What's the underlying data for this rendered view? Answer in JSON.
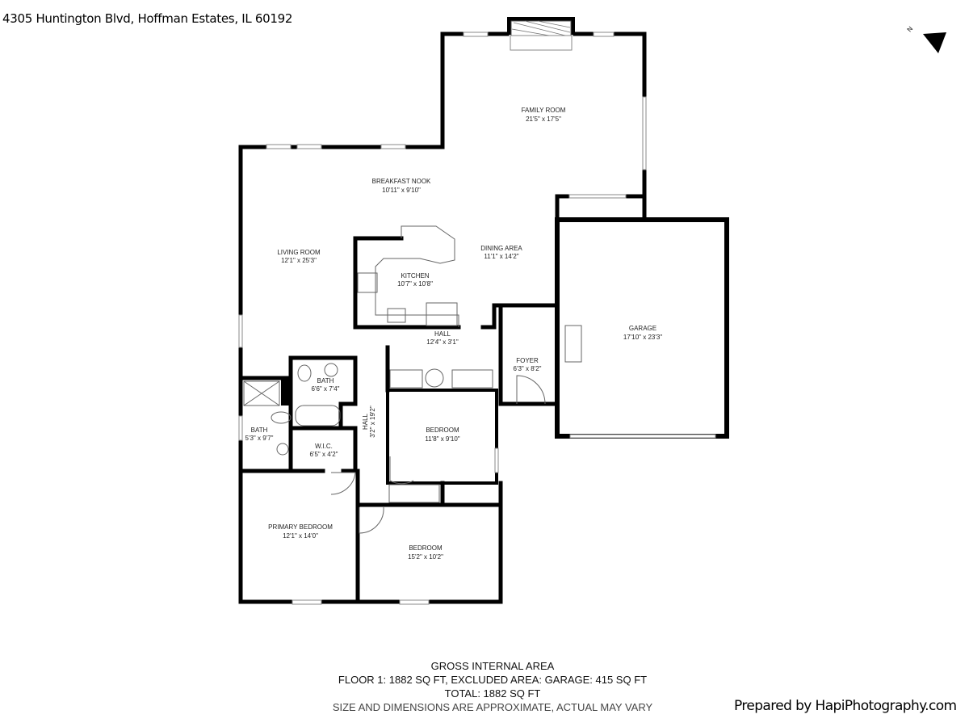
{
  "address": "4305 Huntington Blvd, Hoffman Estates, IL 60192",
  "compass": {
    "label": "N",
    "icon": "north-arrow-icon"
  },
  "rooms": {
    "family_room": {
      "name": "FAMILY ROOM",
      "dims": "21'5\" x 17'5\""
    },
    "breakfast_nook": {
      "name": "BREAKFAST NOOK",
      "dims": "10'11\" x 9'10\""
    },
    "living_room": {
      "name": "LIVING ROOM",
      "dims": "12'1\" x 25'3\""
    },
    "kitchen": {
      "name": "KITCHEN",
      "dims": "10'7\" x 10'8\""
    },
    "dining_area": {
      "name": "DINING AREA",
      "dims": "11'1\" x 14'2\""
    },
    "garage": {
      "name": "GARAGE",
      "dims": "17'10\" x 23'3\""
    },
    "hall": {
      "name": "HALL",
      "dims": "12'4\" x 3'1\""
    },
    "foyer": {
      "name": "FOYER",
      "dims": "6'3\" x 8'2\""
    },
    "bath_upper": {
      "name": "BATH",
      "dims": "6'6\" x 7'4\""
    },
    "bath_left": {
      "name": "BATH",
      "dims": "5'3\" x 9'7\""
    },
    "hall_vertical": {
      "name": "HALL",
      "dims": "3'2\" x 19'2\""
    },
    "wic": {
      "name": "W.I.C.",
      "dims": "6'5\" x 4'2\""
    },
    "bedroom_1": {
      "name": "BEDROOM",
      "dims": "11'8\" x 9'10\""
    },
    "primary_bedroom": {
      "name": "PRIMARY BEDROOM",
      "dims": "12'1\" x 14'0\""
    },
    "bedroom_2": {
      "name": "BEDROOM",
      "dims": "15'2\" x 10'2\""
    }
  },
  "area_summary": {
    "title": "GROSS INTERNAL AREA",
    "floor": "FLOOR 1: 1882 SQ FT, EXCLUDED AREA: GARAGE: 415 SQ FT",
    "total": "TOTAL: 1882 SQ FT",
    "disclaimer": "SIZE AND DIMENSIONS ARE APPROXIMATE, ACTUAL MAY VARY"
  },
  "prepared_by": "Prepared by HapiPhotography.com"
}
